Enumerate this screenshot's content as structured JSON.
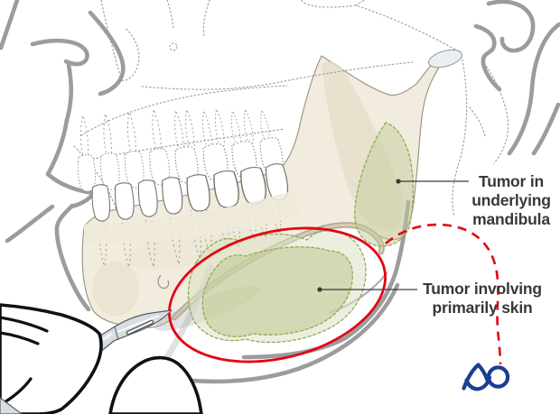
{
  "annotations": {
    "labels": [
      {
        "id": "tumor-mandibula",
        "lines": [
          "Tumor in",
          "underlying",
          "mandibula"
        ]
      },
      {
        "id": "tumor-skin",
        "lines": [
          "Tumor involving",
          "primarily skin"
        ]
      }
    ],
    "logo_text": "AO",
    "colors": {
      "label_text": "#383838",
      "leader_line": "#3a3a3b",
      "resection_margin_red": "#e30613",
      "tumor_outline_green": "#8fac57",
      "bone_fill": "#f1ecde",
      "logo_blue": "#1b3e90"
    }
  }
}
